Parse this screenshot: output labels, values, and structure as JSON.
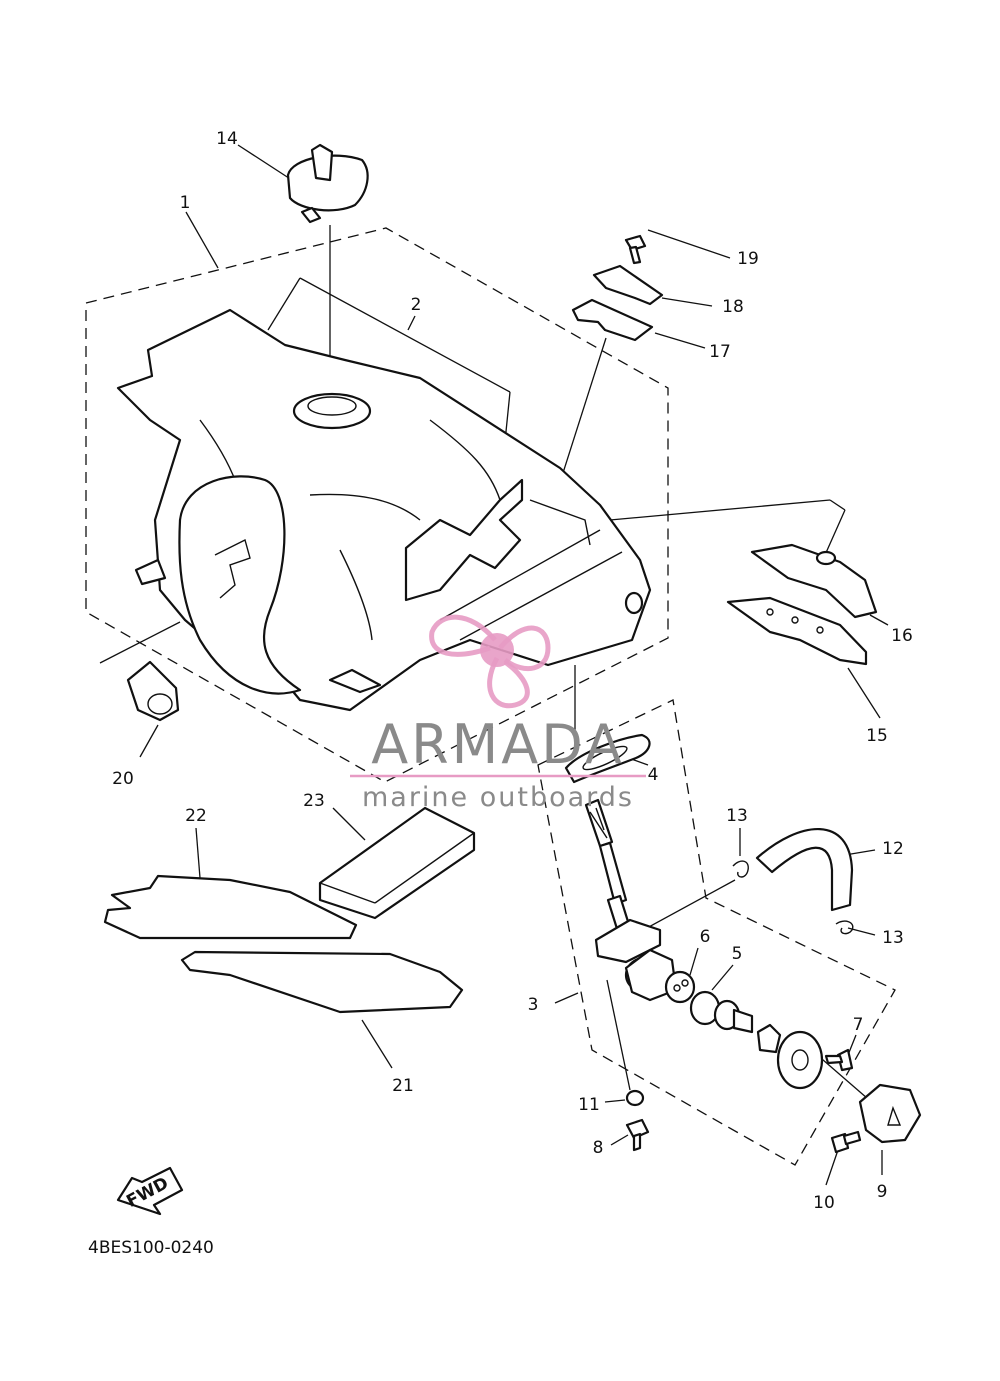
{
  "diagram": {
    "code": "4BES100-0240",
    "fwd_label": "FWD",
    "callouts": [
      {
        "id": "c1",
        "text": "1"
      },
      {
        "id": "c2",
        "text": "2"
      },
      {
        "id": "c3",
        "text": "3"
      },
      {
        "id": "c4",
        "text": "4"
      },
      {
        "id": "c5",
        "text": "5"
      },
      {
        "id": "c6",
        "text": "6"
      },
      {
        "id": "c7",
        "text": "7"
      },
      {
        "id": "c8",
        "text": "8"
      },
      {
        "id": "c9",
        "text": "9"
      },
      {
        "id": "c10",
        "text": "10"
      },
      {
        "id": "c11",
        "text": "11"
      },
      {
        "id": "c12",
        "text": "12"
      },
      {
        "id": "c13a",
        "text": "13"
      },
      {
        "id": "c13b",
        "text": "13"
      },
      {
        "id": "c14",
        "text": "14"
      },
      {
        "id": "c15",
        "text": "15"
      },
      {
        "id": "c16",
        "text": "16"
      },
      {
        "id": "c17",
        "text": "17"
      },
      {
        "id": "c18",
        "text": "18"
      },
      {
        "id": "c19",
        "text": "19"
      },
      {
        "id": "c20",
        "text": "20"
      },
      {
        "id": "c21",
        "text": "21"
      },
      {
        "id": "c22",
        "text": "22"
      },
      {
        "id": "c23",
        "text": "23"
      }
    ]
  },
  "watermark": {
    "brand": "ARMADA",
    "tagline": "marine outboards",
    "accent_color": "#e79bc4",
    "text_color": "#8a8a8a"
  }
}
